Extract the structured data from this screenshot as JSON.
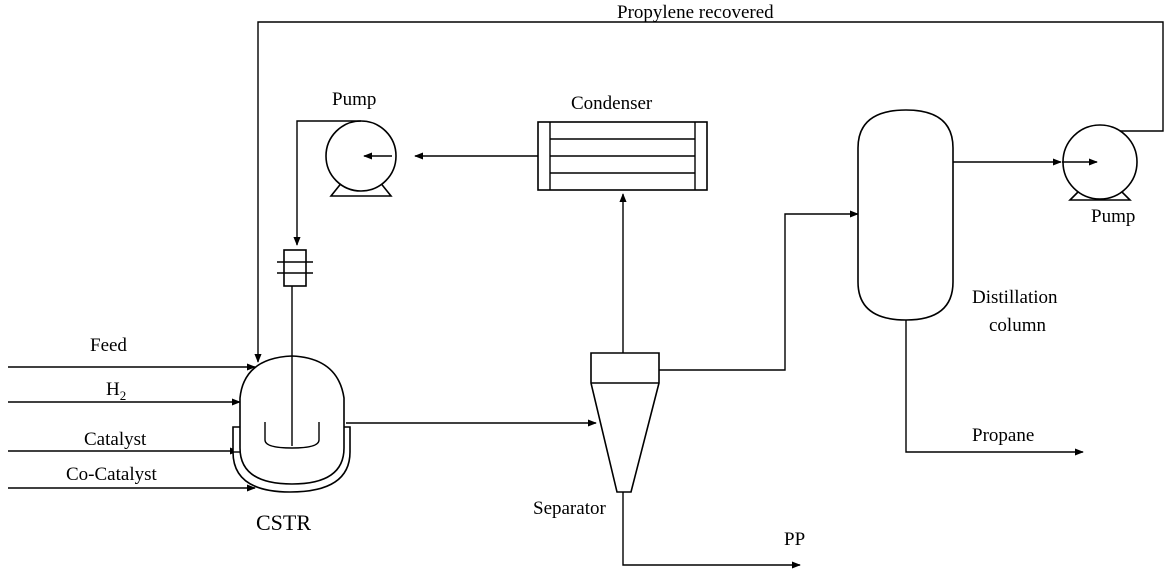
{
  "labels": {
    "propylene_recovered": "Propylene recovered",
    "pump_top": "Pump",
    "condenser": "Condenser",
    "pump_right": "Pump",
    "distillation_line1": "Distillation",
    "distillation_line2": "column",
    "feed": "Feed",
    "h2_main": "H",
    "h2_sub": "2",
    "catalyst": "Catalyst",
    "co_catalyst": "Co-Catalyst",
    "cstr": "CSTR",
    "separator": "Separator",
    "pp": "PP",
    "propane": "Propane"
  },
  "colors": {
    "line": "#000000",
    "background": "#ffffff"
  }
}
